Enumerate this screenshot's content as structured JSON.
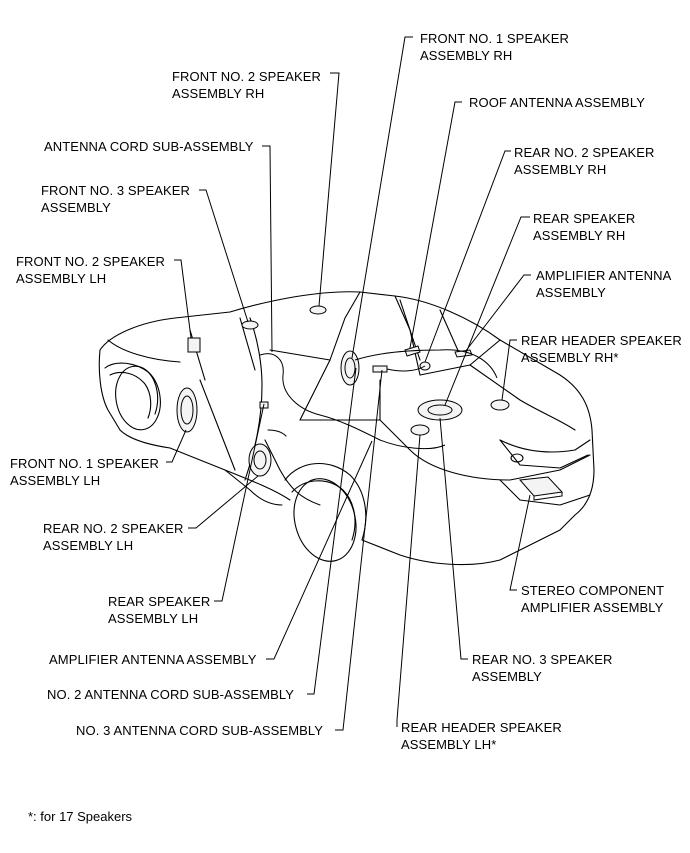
{
  "labels": {
    "front_no1_speaker_rh": "FRONT NO. 1 SPEAKER\nASSEMBLY RH",
    "front_no2_speaker_rh": "FRONT NO. 2 SPEAKER\nASSEMBLY RH",
    "roof_antenna": "ROOF ANTENNA ASSEMBLY",
    "antenna_cord_sub": "ANTENNA CORD SUB-ASSEMBLY",
    "rear_no2_speaker_rh": "REAR NO. 2 SPEAKER\nASSEMBLY RH",
    "front_no3_speaker": "FRONT NO. 3 SPEAKER\nASSEMBLY",
    "rear_speaker_rh": "REAR SPEAKER\nASSEMBLY RH",
    "front_no2_speaker_lh": "FRONT NO. 2 SPEAKER\nASSEMBLY LH",
    "amplifier_antenna_rh": "AMPLIFIER ANTENNA\nASSEMBLY",
    "rear_header_speaker_rh": "REAR HEADER SPEAKER\nASSEMBLY RH*",
    "front_no1_speaker_lh": "FRONT NO. 1 SPEAKER\nASSEMBLY LH",
    "rear_no2_speaker_lh": "REAR NO. 2 SPEAKER\nASSEMBLY LH",
    "stereo_amplifier": "STEREO COMPONENT\nAMPLIFIER ASSEMBLY",
    "rear_speaker_lh": "REAR SPEAKER\nASSEMBLY LH",
    "amplifier_antenna_lh": "AMPLIFIER ANTENNA ASSEMBLY",
    "rear_no3_speaker": "REAR NO. 3 SPEAKER\nASSEMBLY",
    "no2_antenna_cord": "NO. 2 ANTENNA CORD SUB-ASSEMBLY",
    "no3_antenna_cord": "NO. 3 ANTENNA CORD SUB-ASSEMBLY",
    "rear_header_speaker_lh": "REAR HEADER SPEAKER\nASSEMBLY LH*"
  },
  "footnote": "*: for 17 Speakers",
  "colors": {
    "line": "#000000",
    "background": "#ffffff"
  }
}
